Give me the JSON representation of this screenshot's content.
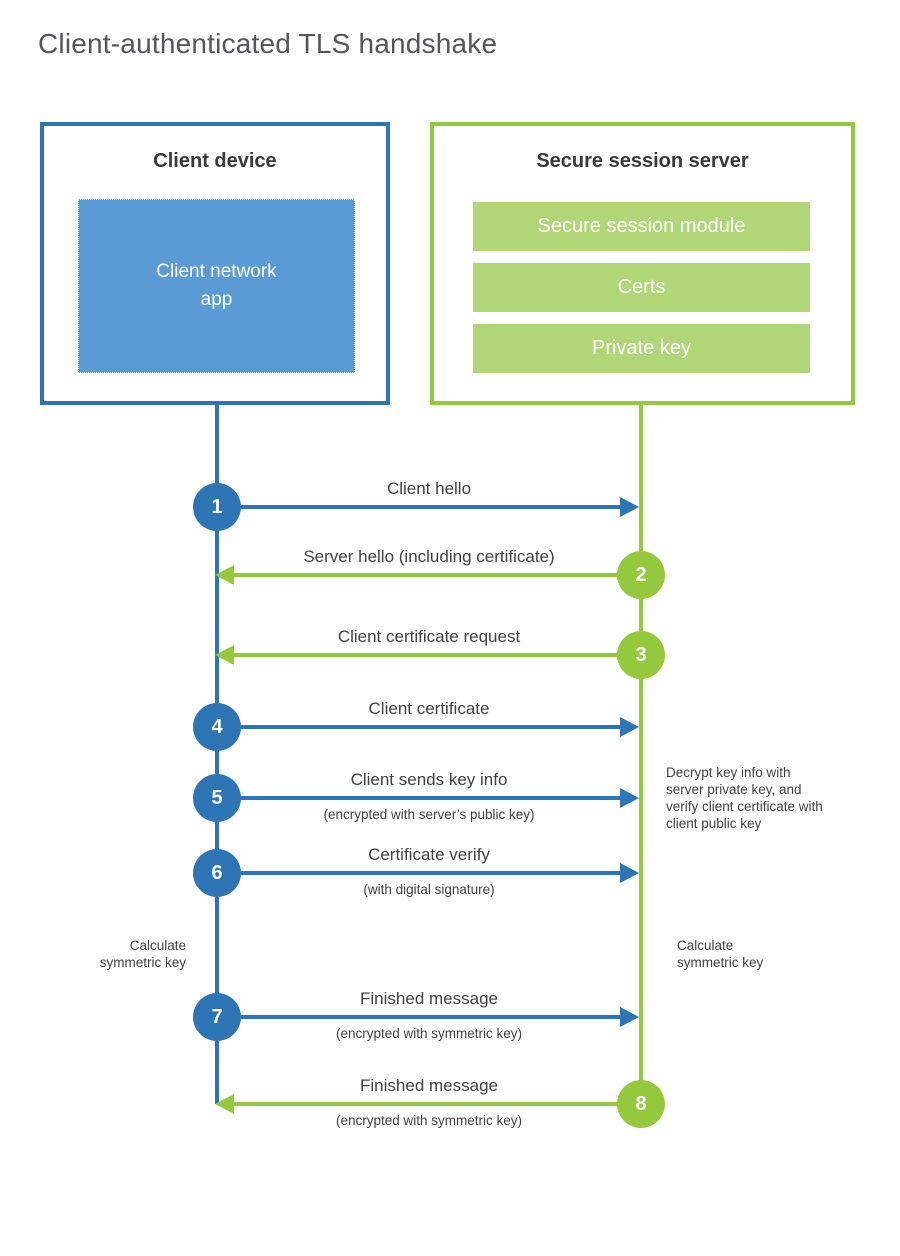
{
  "page": {
    "title": "Client-authenticated TLS handshake"
  },
  "colors": {
    "client_blue": "#2e75b6",
    "client_app_blue": "#5b9bd5",
    "server_green": "#94c83d",
    "server_module_green": "#b0d677",
    "text_dark": "#414042",
    "title_gray": "#55565b"
  },
  "client_box": {
    "title": "Client device",
    "app_label": "Client network\napp"
  },
  "server_box": {
    "title": "Secure session server",
    "modules": [
      "Secure session module",
      "Certs",
      "Private key"
    ]
  },
  "steps": [
    {
      "number": "1",
      "direction": "client-to-server",
      "label": "Client hello",
      "sublabel": ""
    },
    {
      "number": "2",
      "direction": "server-to-client",
      "label": "Server hello (including certificate)",
      "sublabel": ""
    },
    {
      "number": "3",
      "direction": "server-to-client",
      "label": "Client certificate request",
      "sublabel": ""
    },
    {
      "number": "4",
      "direction": "client-to-server",
      "label": "Client certificate",
      "sublabel": ""
    },
    {
      "number": "5",
      "direction": "client-to-server",
      "label": "Client sends key info",
      "sublabel": "(encrypted with server’s public key)"
    },
    {
      "number": "6",
      "direction": "client-to-server",
      "label": "Certificate verify",
      "sublabel": "(with digital signature)"
    },
    {
      "number": "7",
      "direction": "client-to-server",
      "label": "Finished message",
      "sublabel": "(encrypted with symmetric key)"
    },
    {
      "number": "8",
      "direction": "server-to-client",
      "label": "Finished message",
      "sublabel": "(encrypted with symmetric key)"
    }
  ],
  "annotations": {
    "decrypt_note": "Decrypt key info with server private key, and verify client certificate with client public key",
    "calc_client": "Calculate\nsymmetric key",
    "calc_server": "Calculate\nsymmetric key"
  }
}
